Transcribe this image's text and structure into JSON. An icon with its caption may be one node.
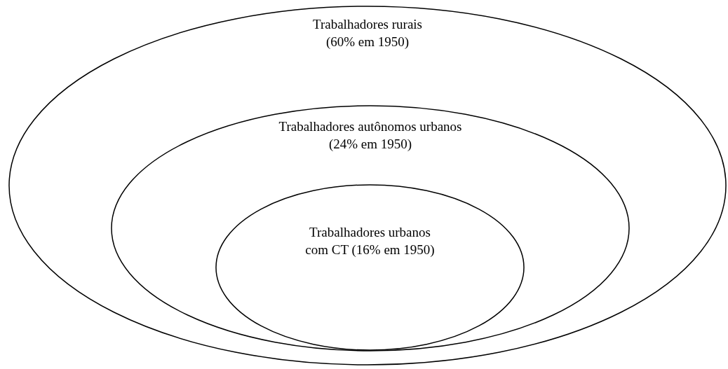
{
  "diagram": {
    "nodes": [
      {
        "text": [
          "Trabalhadores rurais (60% em 1950)"
        ]
      },
      {
        "text": [
          "Trabalhadores autônomos urbanos (24% em 1950)"
        ],
        "in": 0
      },
      {
        "text": [
          "Trabalhadores urbanos com CT (16% em 1950)"
        ],
        "in": 1
      }
    ]
  }
}
